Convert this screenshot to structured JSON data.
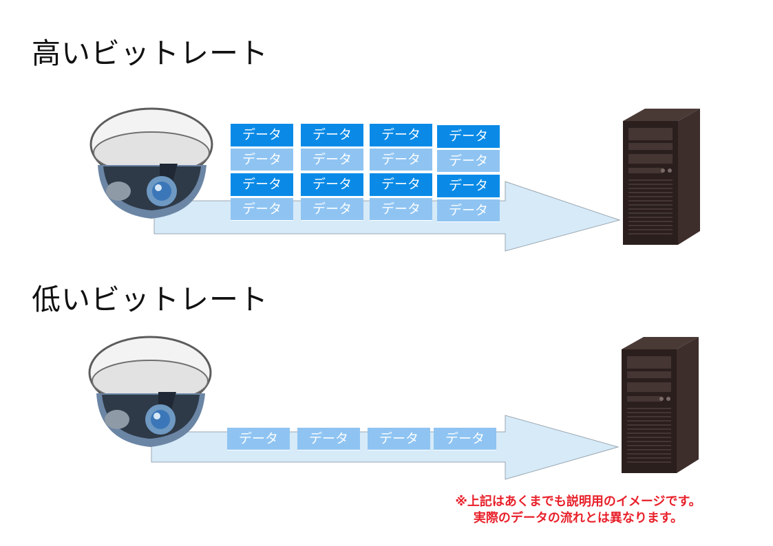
{
  "high": {
    "title": "高いビットレート",
    "rows": [
      {
        "tone": "dark",
        "labels": [
          "データ",
          "データ",
          "データ",
          "データ"
        ]
      },
      {
        "tone": "light",
        "labels": [
          "データ",
          "データ",
          "データ",
          "データ"
        ]
      },
      {
        "tone": "dark",
        "labels": [
          "データ",
          "データ",
          "データ",
          "データ"
        ]
      },
      {
        "tone": "light",
        "labels": [
          "データ",
          "データ",
          "データ",
          "データ"
        ]
      }
    ]
  },
  "low": {
    "title": "低いビットレート",
    "rows": [
      {
        "tone": "light",
        "labels": [
          "データ",
          "データ",
          "データ",
          "データ"
        ]
      }
    ]
  },
  "note": {
    "line1": "※上記はあくまでも説明用のイメージです。",
    "line2": "実際のデータの流れとは異なります。"
  },
  "colors": {
    "packet_dark": "#0a8ae6",
    "packet_light": "#8fc4f2",
    "arrow_fill": "#d6eaf8",
    "note_red": "#e8202a",
    "server_body": "#2a1f1d"
  },
  "icons": [
    "security-camera-icon",
    "server-tower-icon",
    "data-flow-arrow"
  ]
}
